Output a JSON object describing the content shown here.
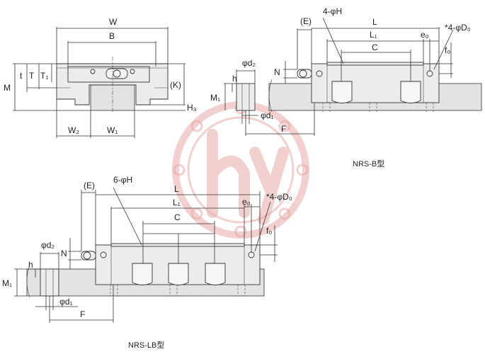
{
  "labels": {
    "W": "W",
    "B": "B",
    "t": "t",
    "T": "T",
    "T1": "T₁",
    "M": "M",
    "K": "(K)",
    "H3": "H₃",
    "W2": "W₂",
    "W1": "W₁",
    "E_top": "(E)",
    "fourH": "4-φH",
    "L_top": "L",
    "L1_top": "L₁",
    "e0_top": "e₀",
    "fourD0_top": "*4-φD₀",
    "C_top": "C",
    "f0_top": "f₀",
    "d2_top": "φd₂",
    "N_top": "N",
    "h_top": "h",
    "M1_top": "M₁",
    "d1_top": "φd₁",
    "F_top": "F",
    "E_bot": "(E)",
    "sixH": "6-φH",
    "L_bot": "L",
    "L1_bot": "L₁",
    "e0_bot": "e₀",
    "fourD0_bot": "*4-φD₀",
    "C_bot": "C",
    "f0_bot": "f₀",
    "d2_bot": "φd₂",
    "N_bot": "N",
    "h_bot": "h",
    "M1_bot": "M₁",
    "d1_bot": "φd₁",
    "F_bot": "F"
  },
  "captions": {
    "nrs_b": "NRS-B型",
    "nrs_lb": "NRS-LB型"
  },
  "watermark": {
    "glyph": "hy",
    "color": "#e7a9a9"
  }
}
